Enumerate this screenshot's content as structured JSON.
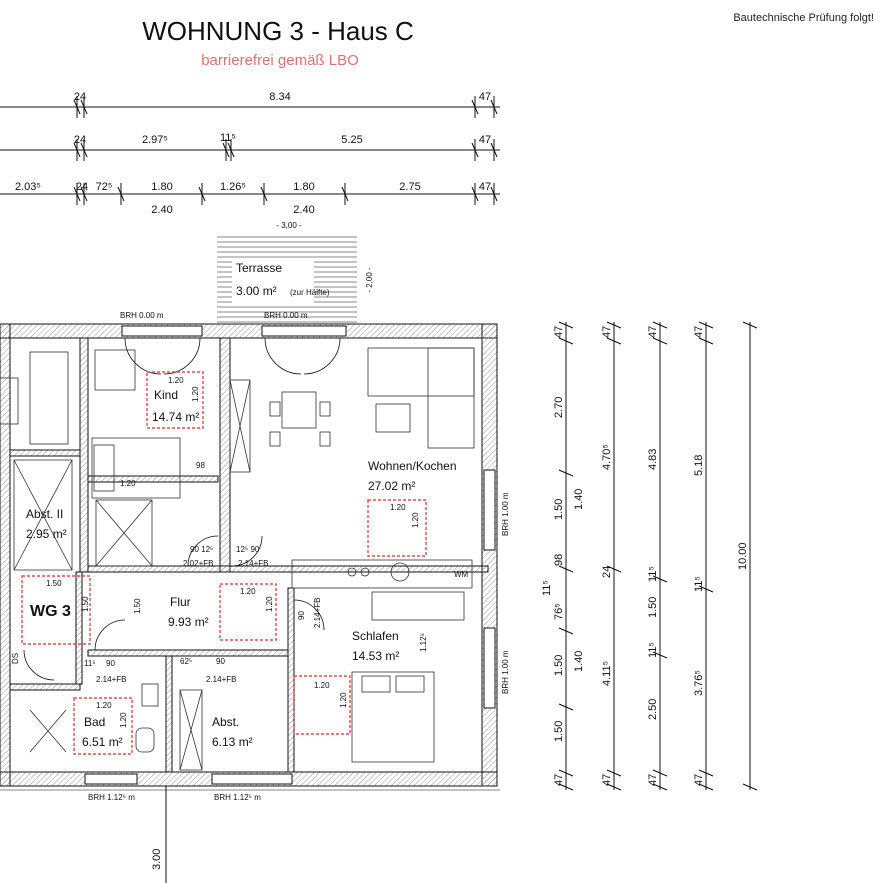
{
  "header": {
    "title": "WOHNUNG 3 - Haus C",
    "subtitle": "barrierefrei gemäß LBO",
    "note": "Bautechnische Prüfung folgt!"
  },
  "colors": {
    "accent": "#e05050",
    "wall": "#111111",
    "hatch": "#bbbbbb"
  },
  "dims_top": {
    "row1": [
      "24",
      "8.34",
      "47"
    ],
    "row2": [
      "24",
      "2.97⁵",
      "11⁵",
      "5.25",
      "47"
    ],
    "row3": [
      "2.03⁵",
      "24",
      "72⁵",
      "1.80",
      "1.26⁵",
      "1.80",
      "2.75",
      "47"
    ],
    "row3_sub": [
      "2.40",
      "2.40",
      "- 3,00 -"
    ]
  },
  "terrace": {
    "name": "Terrasse",
    "area": "3.00 m²",
    "note": "(zur Hälfte)",
    "side": "- 2,00 -"
  },
  "brh": {
    "top_left": "BRH 0.00 m",
    "top_mid": "BRH 0.00 m",
    "right_1": "BRH 1.00 m",
    "right_2": "BRH 1.00 m",
    "bottom_1": "BRH 1.12⁵ m",
    "bottom_2": "BRH 1.12⁵ m"
  },
  "rooms": {
    "kind": {
      "name": "Kind",
      "area": "14.74 m²"
    },
    "wohnen": {
      "name": "Wohnen/Kochen",
      "area": "27.02 m²"
    },
    "abst2": {
      "name": "Abst. II",
      "area": "2.95 m²"
    },
    "flur": {
      "name": "Flur",
      "area": "9.93 m²"
    },
    "schlafen": {
      "name": "Schlafen",
      "area": "14.53 m²"
    },
    "bad": {
      "name": "Bad",
      "area": "6.51 m²"
    },
    "abst": {
      "name": "Abst.",
      "area": "6.13 m²"
    },
    "wg": {
      "name": "WG 3"
    }
  },
  "turning_circle": {
    "size": "1.20",
    "wg_size": "1.50"
  },
  "doors": {
    "d1": "90 12⁵",
    "d1b": "2.02+FB",
    "d2": "12⁵ 90",
    "d2b": "2.14+FB",
    "d3": "90",
    "d3b": "2.14+FB",
    "d4": "90",
    "d4b": "2.14+FB",
    "d4a": "62⁵",
    "d5": "90",
    "d5b": "2.14+FB",
    "d5a": "11⁵",
    "d98": "98",
    "schl_dim": "1.12⁵",
    "ds": "DS",
    "flur_dim": "1.50",
    "wg_small": "1.50",
    "wm": "WM",
    "d12": "12⁵"
  },
  "dims_right": {
    "c1": [
      "47",
      "2.70",
      "1.50",
      "98",
      "76⁵",
      "1.50",
      "1.50",
      "47"
    ],
    "c1b": [
      "11⁵",
      "1.40",
      "1.40"
    ],
    "c2": [
      "47",
      "4.70⁵",
      "24",
      "4.11⁵",
      "47"
    ],
    "c3": [
      "47",
      "4.83",
      "11⁵",
      "1.50",
      "11⁵",
      "2.50",
      "47"
    ],
    "c4": [
      "47",
      "5.18",
      "11⁵",
      "3.76⁵",
      "47"
    ],
    "c5": [
      "10.00"
    ]
  },
  "dims_bottom": {
    "v": "3.00"
  }
}
